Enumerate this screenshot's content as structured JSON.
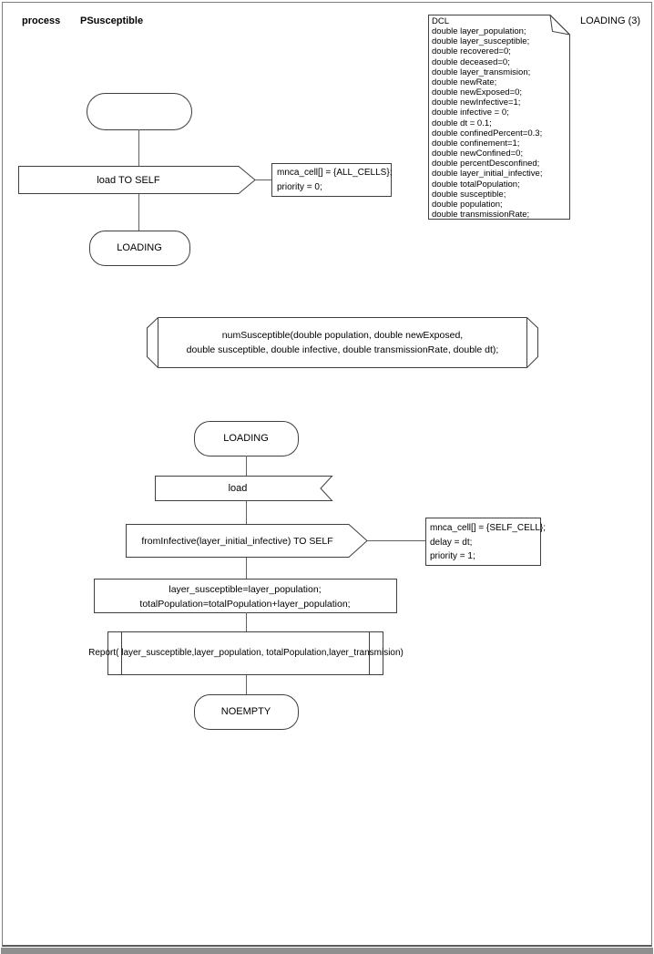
{
  "header": {
    "process_keyword": "process",
    "process_name": "PSusceptible",
    "page_ref": "LOADING (3)"
  },
  "dcl": {
    "lines": [
      "DCL",
      "double layer_population;",
      "double layer_susceptible;",
      "double recovered=0;",
      "double deceased=0;",
      "double layer_transmision;",
      "double newRate;",
      "double newExposed=0;",
      "double newInfective=1;",
      "double infective = 0;",
      "double dt = 0.1;",
      "double confinedPercent=0.3;",
      "double confinement=1;",
      "double newConfined=0;",
      "double percentDesconfined;",
      "double layer_initial_infective;",
      "double totalPopulation;",
      "double susceptible;",
      "double population;",
      "double transmissionRate;"
    ]
  },
  "flow_top": {
    "start_state_label": "",
    "output_load": "load TO SELF",
    "comment_load": [
      "mnca_cell[] = {ALL_CELLS};",
      "priority = 0;"
    ],
    "state_loading": "LOADING"
  },
  "procedure_decl": {
    "lines": [
      "numSusceptible(double population, double newExposed,",
      "double susceptible, double infective, double transmissionRate, double dt);"
    ]
  },
  "flow_main": {
    "state_loading": "LOADING",
    "input_load": "load",
    "output_frominfective": "fromInfective(layer_initial_infective) TO SELF",
    "comment_frominfective": [
      "mnca_cell[] = {SELF_CELL};",
      "delay = dt;",
      "priority = 1;"
    ],
    "task_lines": [
      "layer_susceptible=layer_population;",
      "totalPopulation=totalPopulation+layer_population;"
    ],
    "procedure_call": "Report( layer_susceptible,layer_population, totalPopulation,layer_transmision)",
    "state_noempty": "NOEMPTY"
  },
  "colors": {
    "shape_stroke": "#3f3f3f",
    "connector": "#606060",
    "page_border": "#7d7d7d",
    "bottom_strip": "#8f8f8f"
  }
}
